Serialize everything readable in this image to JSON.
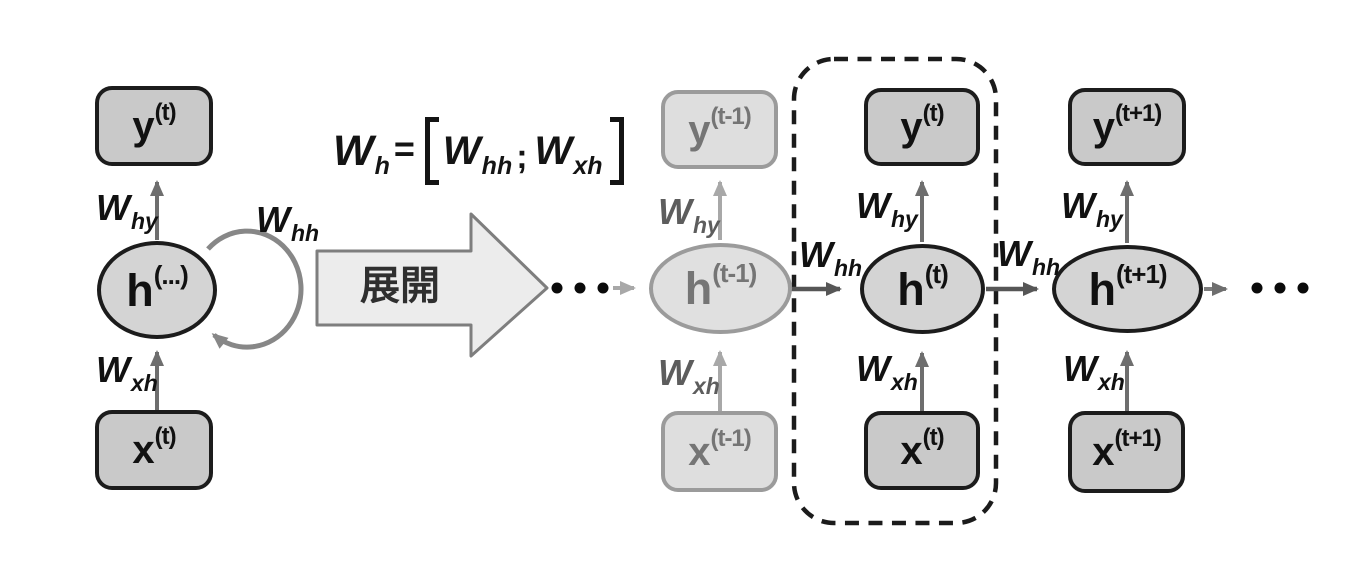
{
  "diagram_type": "rnn-unrolling",
  "colors": {
    "node_border": "#1c1c1c",
    "node_fill_box": "#c9c9c9",
    "node_fill_ellipse": "#d4d4d4",
    "faded_border": "#9b9b9b",
    "faded_fill": "#dedede",
    "faded_text": "#757575",
    "arrow_dark": "#6e6e6e",
    "arrow_darker": "#565656",
    "arrow_light": "#a8a8a8",
    "loop_arrow": "#878787",
    "big_arrow_fill": "#ececec",
    "big_arrow_border": "#7e7e7e",
    "dashed_box": "#1b1b1b",
    "text": "#111111"
  },
  "formula": {
    "lhs_base": "W",
    "lhs_sub": "h",
    "equals": "=",
    "open_bracket": "[",
    "term1_base": "W",
    "term1_sub": "hh",
    "separator": ";",
    "term2_base": "W",
    "term2_sub": "xh",
    "close_bracket": "]"
  },
  "unfold_arrow": {
    "label": "展開"
  },
  "ellipsis_dots": "•••",
  "compact": {
    "y": {
      "base": "y",
      "sup": "(t)"
    },
    "h": {
      "base": "h",
      "sup": "(...)"
    },
    "x": {
      "base": "x",
      "sup": "(t)"
    },
    "w_hy": {
      "base": "W",
      "sub": "hy"
    },
    "w_hh": {
      "base": "W",
      "sub": "hh"
    },
    "w_xh": {
      "base": "W",
      "sub": "xh"
    }
  },
  "unrolled": {
    "w_hh_into_t": {
      "base": "W",
      "sub": "hh"
    },
    "w_hh_into_t1": {
      "base": "W",
      "sub": "hh"
    },
    "t_minus_1": {
      "y": {
        "base": "y",
        "sup": "(t-1)"
      },
      "h": {
        "base": "h",
        "sup": "(t-1)"
      },
      "x": {
        "base": "x",
        "sup": "(t-1)"
      },
      "w_hy": {
        "base": "W",
        "sub": "hy"
      },
      "w_xh": {
        "base": "W",
        "sub": "xh"
      }
    },
    "t": {
      "y": {
        "base": "y",
        "sup": "(t)"
      },
      "h": {
        "base": "h",
        "sup": "(t)"
      },
      "x": {
        "base": "x",
        "sup": "(t)"
      },
      "w_hy": {
        "base": "W",
        "sub": "hy"
      },
      "w_xh": {
        "base": "W",
        "sub": "xh"
      }
    },
    "t_plus_1": {
      "y": {
        "base": "y",
        "sup": "(t+1)"
      },
      "h": {
        "base": "h",
        "sup": "(t+1)"
      },
      "x": {
        "base": "x",
        "sup": "(t+1)"
      },
      "w_hy": {
        "base": "W",
        "sub": "hy"
      },
      "w_xh": {
        "base": "W",
        "sub": "xh"
      }
    }
  }
}
